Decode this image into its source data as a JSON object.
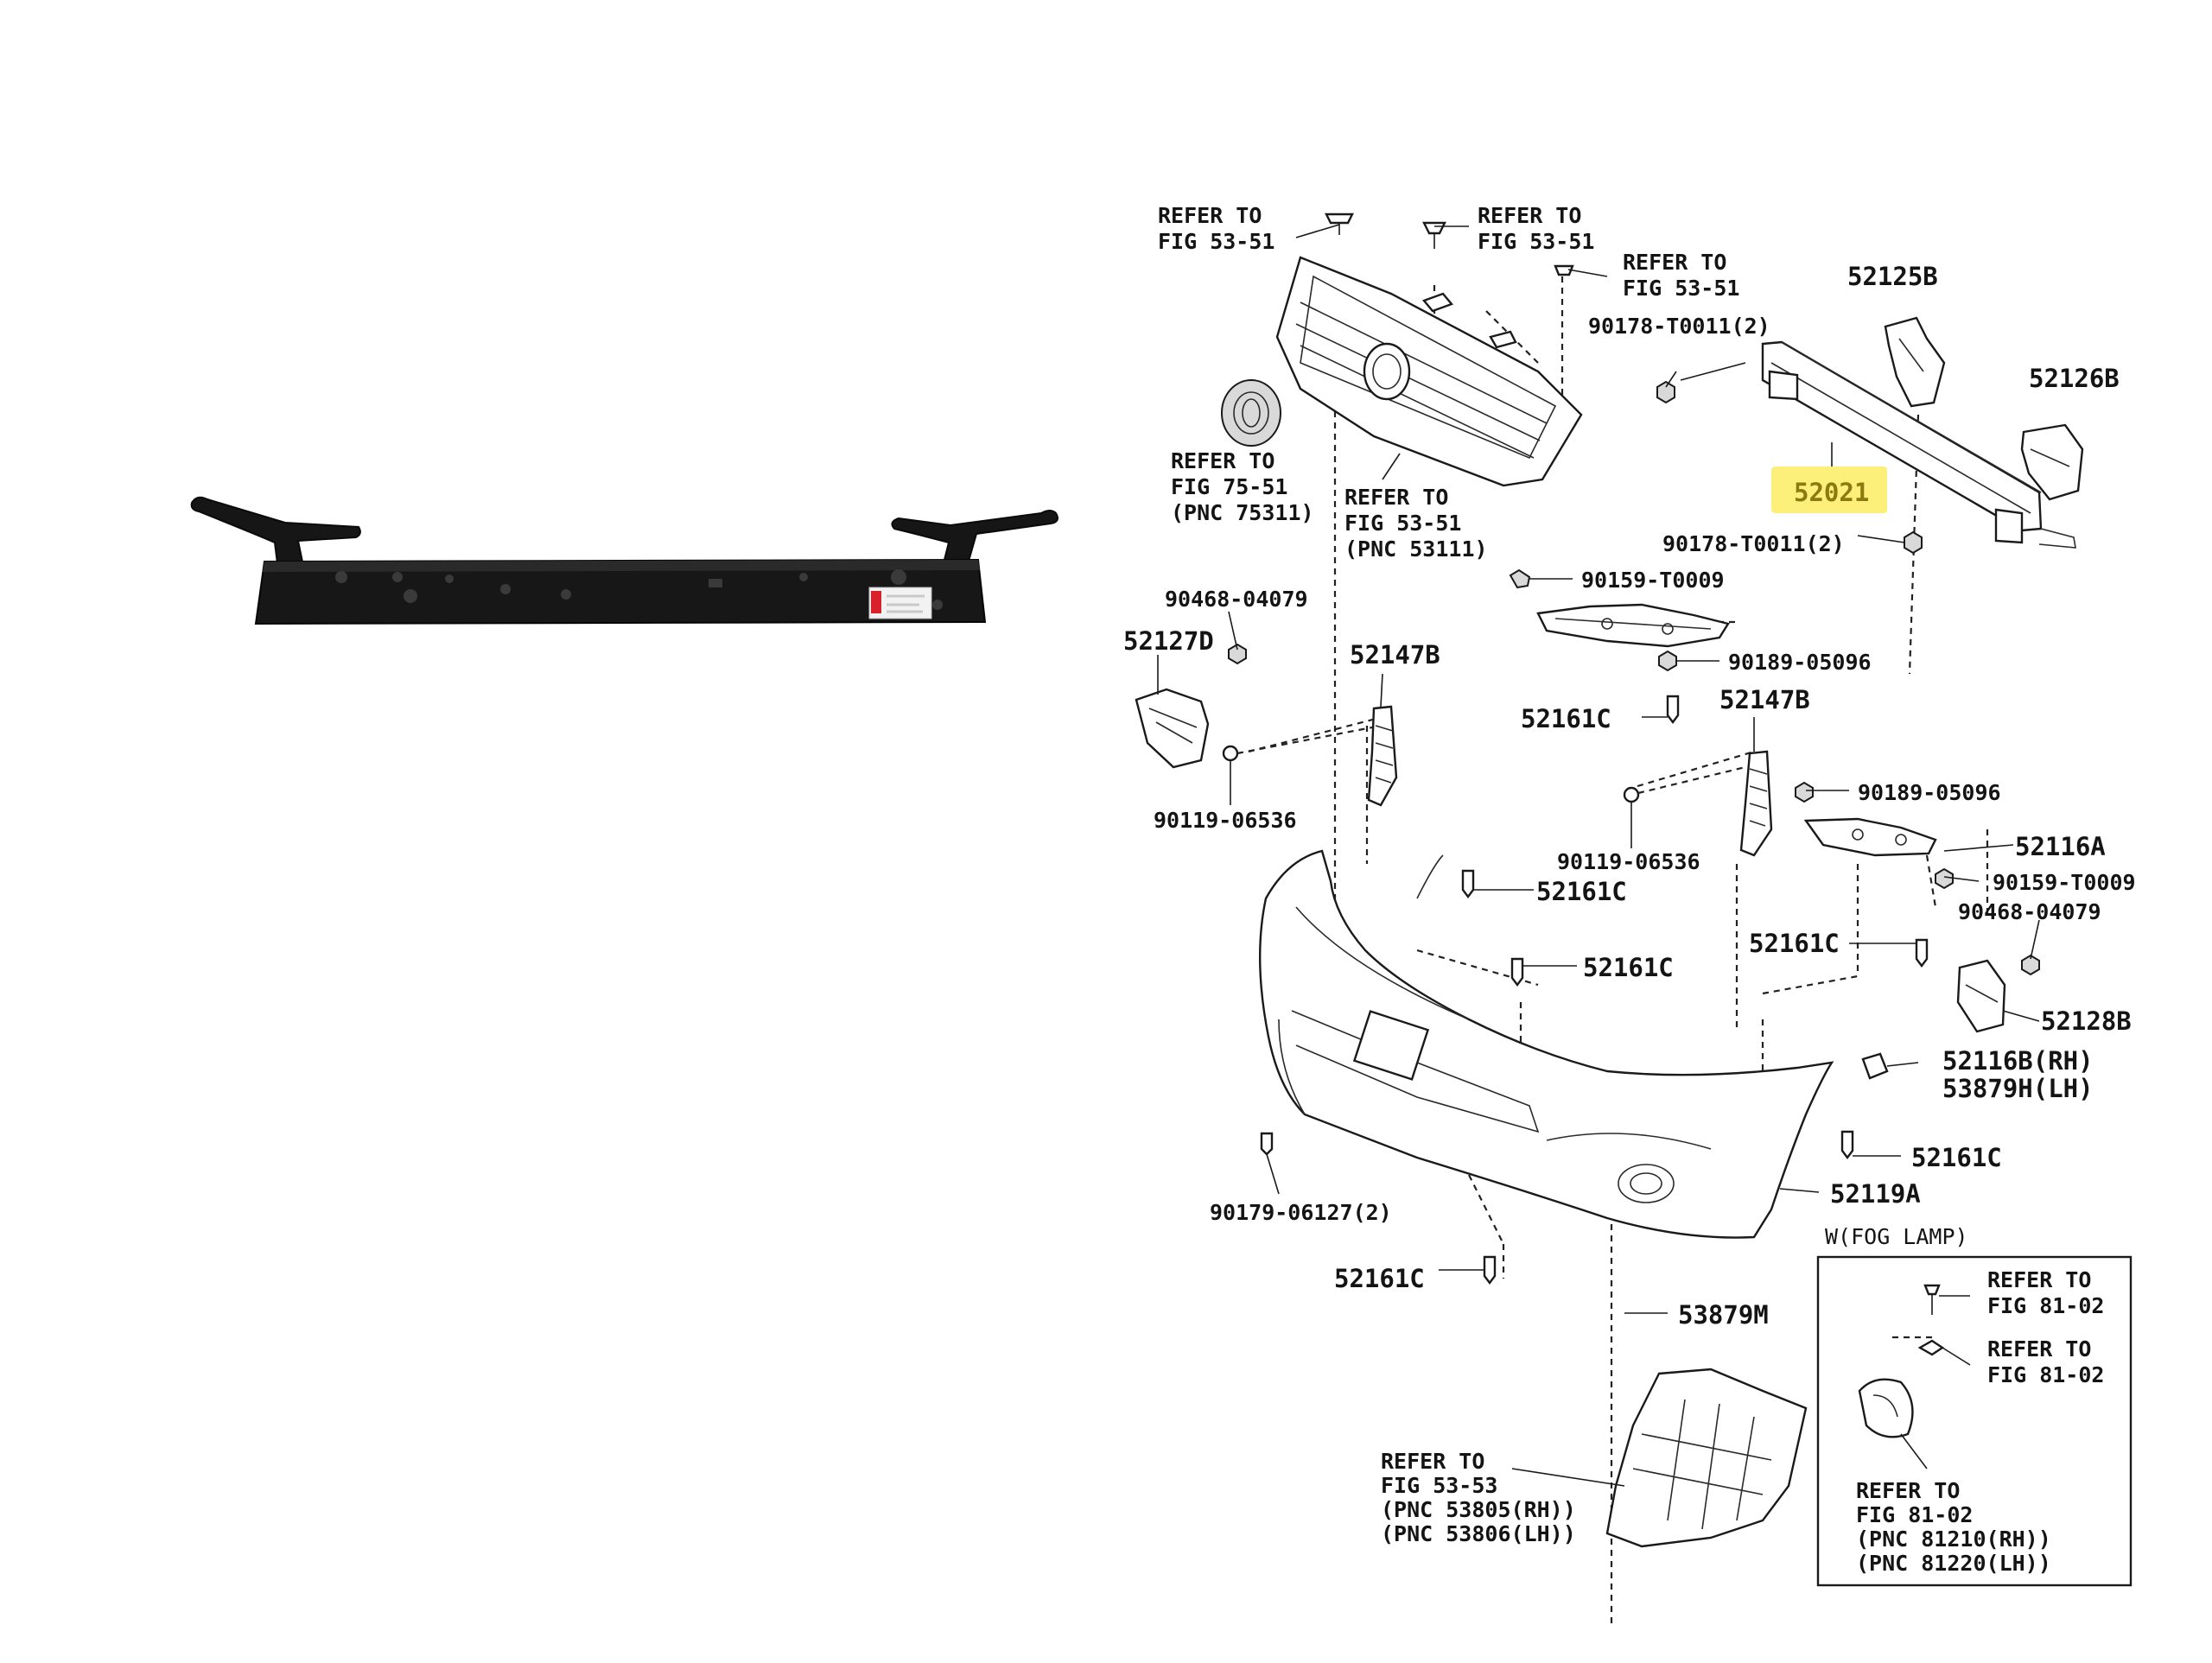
{
  "labels": {
    "refer_grille_left_1": "REFER TO",
    "refer_grille_left_2": "FIG 53-51",
    "refer_grille_right_1": "REFER TO",
    "refer_grille_right_2": "FIG 53-51",
    "refer_clip_1": "REFER TO",
    "refer_clip_2": "FIG 53-51",
    "bolt_top": "90178-T0011(2)",
    "p52125b": "52125B",
    "p52126b": "52126B",
    "emblem_1": "REFER TO",
    "emblem_2": "FIG 75-51",
    "emblem_3": "(PNC 75311)",
    "grille_1": "REFER TO",
    "grille_2": "FIG 53-51",
    "grille_3": "(PNC 53111)",
    "p52021": "52021",
    "bolt_bottom": "90178-T0011(2)",
    "n90159_top": "90159-T0009",
    "n90468_left": "90468-04079",
    "p52127d": "52127D",
    "p52147b_left": "52147B",
    "n90189_top": "90189-05096",
    "p52161c_a": "52161C",
    "p52147b_right": "52147B",
    "n90119_left": "90119-06536",
    "n90189_right": "90189-05096",
    "n90119_right": "90119-06536",
    "p52116a": "52116A",
    "p52161c_b": "52161C",
    "n90159_right": "90159-T0009",
    "n90468_right": "90468-04079",
    "p52161c_c": "52161C",
    "p52161c_d": "52161C",
    "p52128b": "52128B",
    "p52116b": "52116B(RH)",
    "p53879h": "53879H(LH)",
    "p52161c_e": "52161C",
    "p52119a": "52119A",
    "n90179": "90179-06127(2)",
    "fog_title": "W(FOG LAMP)",
    "fog_ref1_1": "REFER TO",
    "fog_ref1_2": "FIG 81-02",
    "fog_ref2_1": "REFER TO",
    "fog_ref2_2": "FIG 81-02",
    "p52161c_f": "52161C",
    "p53879m": "53879M",
    "fog_ref3_1": "REFER TO",
    "fog_ref3_2": "FIG 81-02",
    "fog_ref3_3": "(PNC 81210(RH))",
    "fog_ref3_4": "(PNC 81220(LH))",
    "under_1": "REFER TO",
    "under_2": "FIG 53-53",
    "under_3": "(PNC 53805(RH))",
    "under_4": "(PNC 53806(LH))"
  },
  "colors": {
    "highlight": "#fcf07a",
    "part_photo": "#151515",
    "line": "#1a1a1a",
    "sticker_red": "#d8212a"
  }
}
